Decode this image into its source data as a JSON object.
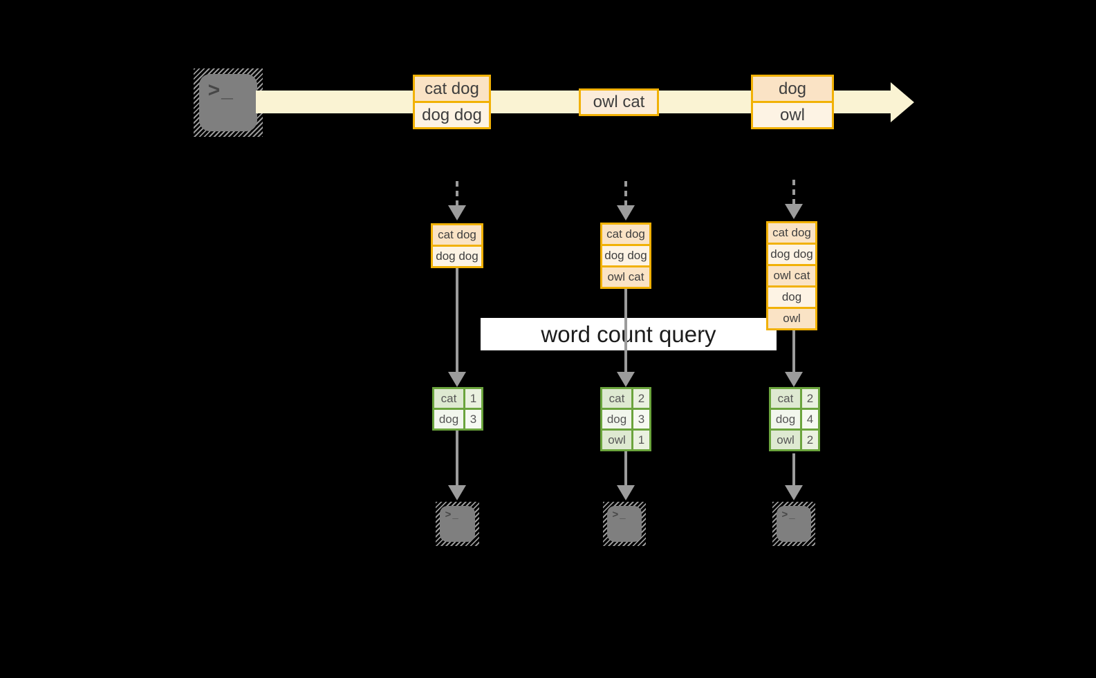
{
  "colors": {
    "gold": "#F1B105",
    "peach": "#FAE3C5",
    "cream": "#FDF3E4",
    "peach_mid": "#FBECDA",
    "band": "#FAF3D3",
    "green": "#6BA43D",
    "sage": "#DEE9D1",
    "sage_light": "#F2F6ED",
    "sage_num": "#EAF1E0",
    "sage_num_light": "#F6F9F2",
    "gray_line": "#9C9C9C",
    "terminal_gray": "#7F7F7F",
    "glyph_gray": "#474747",
    "text_dark": "#3E3E3E",
    "query_bg": "#FFFFFF",
    "query_text": "#1C1C1C"
  },
  "source_terminal": {
    "prompt": ">_"
  },
  "stream_events": [
    {
      "lines": [
        "cat dog",
        "dog dog"
      ]
    },
    {
      "lines": [
        "owl cat"
      ]
    },
    {
      "lines": [
        "dog",
        "owl"
      ]
    }
  ],
  "query": {
    "label": "word count query"
  },
  "columns": [
    {
      "buffer": [
        "cat dog",
        "dog dog"
      ],
      "counts": [
        {
          "word": "cat",
          "count": "1"
        },
        {
          "word": "dog",
          "count": "3"
        }
      ]
    },
    {
      "buffer": [
        "cat dog",
        "dog dog",
        "owl cat"
      ],
      "counts": [
        {
          "word": "cat",
          "count": "2"
        },
        {
          "word": "dog",
          "count": "3"
        },
        {
          "word": "owl",
          "count": "1"
        }
      ]
    },
    {
      "buffer": [
        "cat dog",
        "dog dog",
        "owl cat",
        "dog",
        "owl"
      ],
      "counts": [
        {
          "word": "cat",
          "count": "2"
        },
        {
          "word": "dog",
          "count": "4"
        },
        {
          "word": "owl",
          "count": "2"
        }
      ]
    }
  ],
  "sink_terminal": {
    "prompt": ">_"
  }
}
